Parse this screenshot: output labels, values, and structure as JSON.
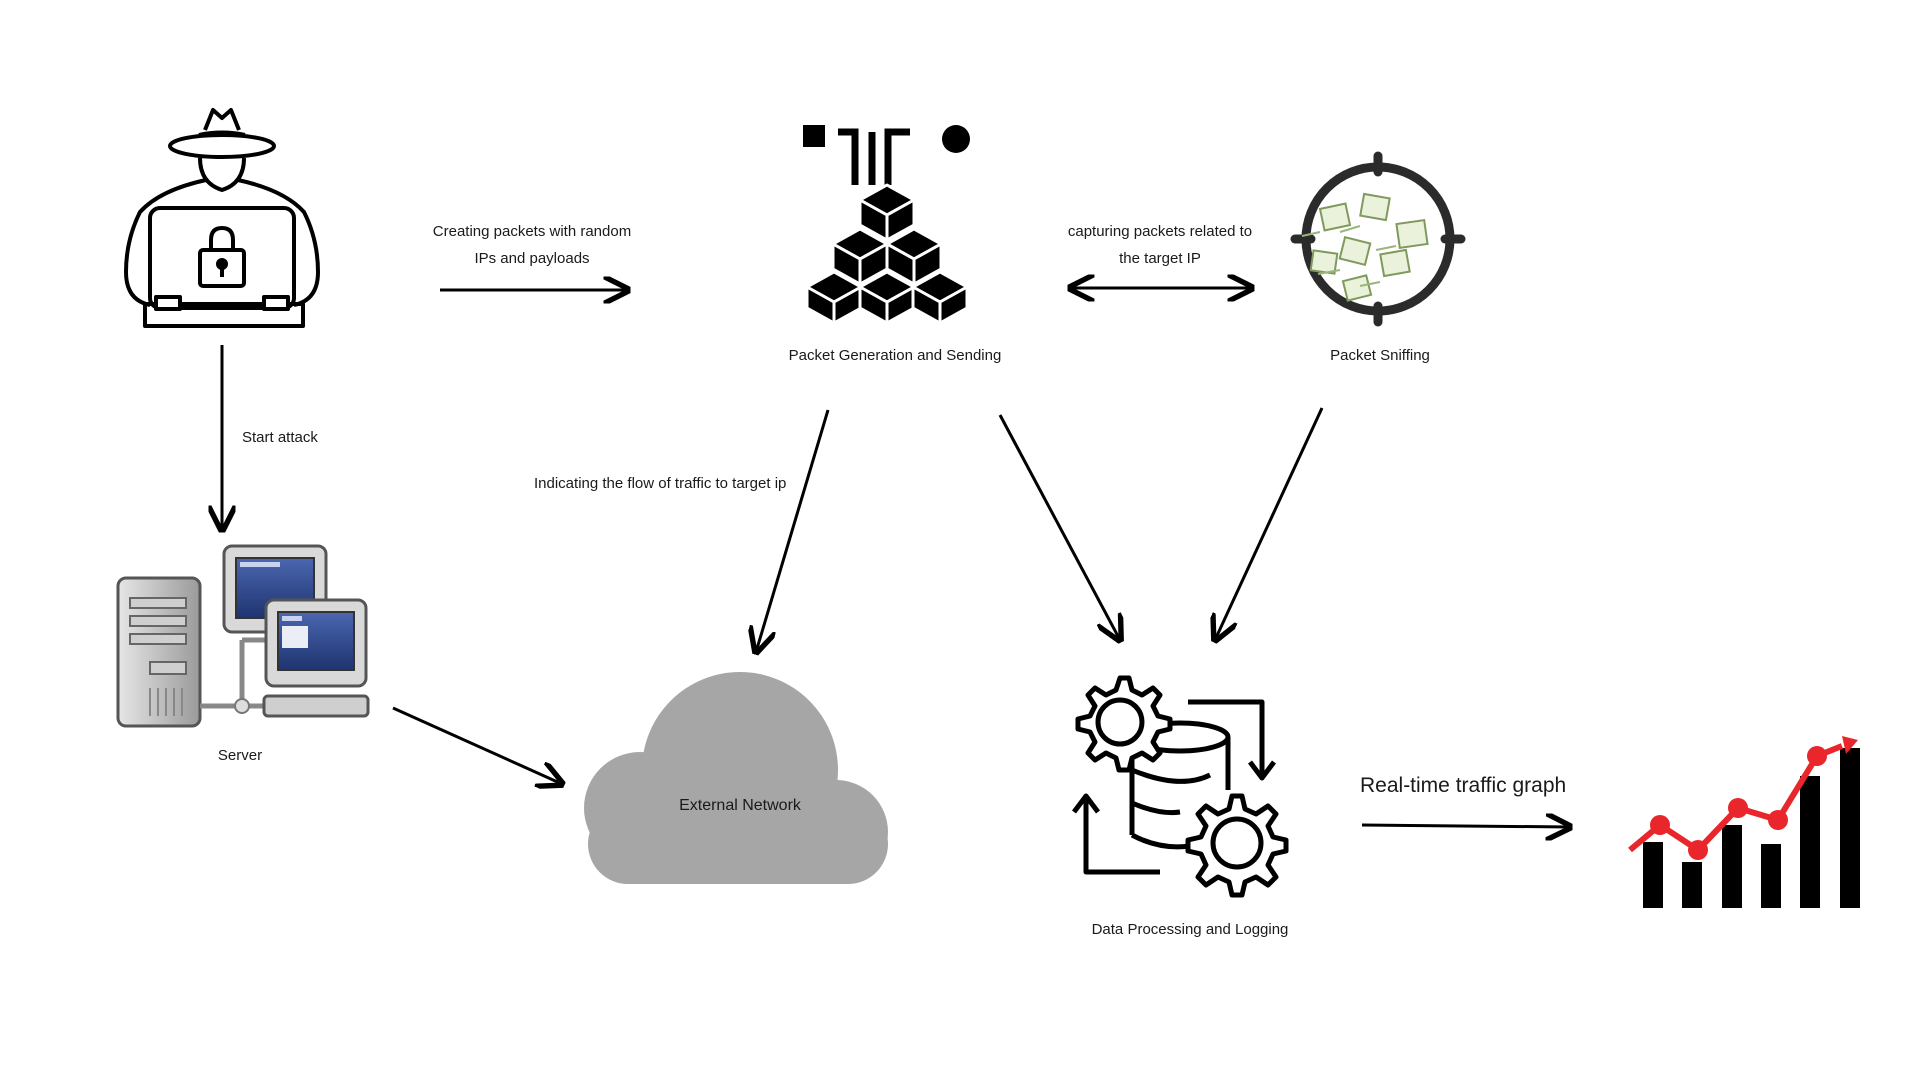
{
  "nodes": {
    "attacker": {
      "icon": "hacker-with-laptop-icon"
    },
    "generator": {
      "label": "Packet Generation and Sending",
      "icon": "packet-blocks-icon"
    },
    "sniffer": {
      "label": "Packet Sniffing",
      "icon": "crosshair-target-icon"
    },
    "server": {
      "label": "Server",
      "icon": "server-computers-icon"
    },
    "network": {
      "label": "External Network",
      "icon": "cloud-icon"
    },
    "processing": {
      "label": "Data Processing and Logging",
      "icon": "gears-database-icon"
    },
    "graph": {
      "icon": "bar-line-chart-icon"
    }
  },
  "edges": {
    "attacker_to_generator": "Creating packets with random IPs and payloads",
    "generator_sniffer": "capturing packets related to the target IP",
    "attacker_to_server": "Start attack",
    "generator_to_network": "Indicating the flow of traffic to target ip",
    "processing_to_graph": "Real-time traffic graph"
  },
  "colors": {
    "line": "#000000",
    "cloud": "#a6a6a6",
    "chart_trend": "#e8262b",
    "screen_blue": "#2f4a8f",
    "sniff_boxes": "#8aa36a"
  }
}
